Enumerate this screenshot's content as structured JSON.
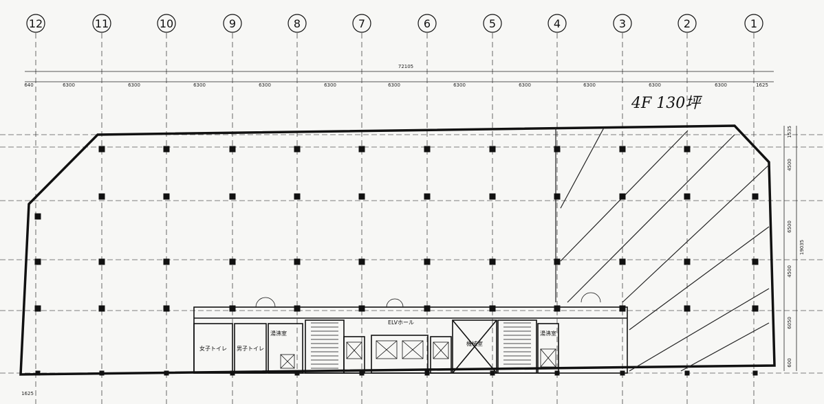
{
  "grid": {
    "axis_labels": [
      "12",
      "11",
      "10",
      "9",
      "8",
      "7",
      "6",
      "5",
      "4",
      "3",
      "2",
      "1"
    ]
  },
  "dimensions": {
    "overall": "72105",
    "spans": [
      "640",
      "6300",
      "6300",
      "6300",
      "6300",
      "6300",
      "6300",
      "6300",
      "6300",
      "6300",
      "6300",
      "6300",
      "1625"
    ],
    "right_side": [
      "1535",
      "4500",
      "6500",
      "19035",
      "4500",
      "6050",
      "600"
    ],
    "bottom_left": "1625"
  },
  "annotation": {
    "floor_note": "4F 130坪"
  },
  "rooms": {
    "elv_hall": "ELVホール",
    "women_toilet": "女子トイレ",
    "men_toilet": "男子トイレ",
    "storage_left": "湯沸室",
    "storage_right": "湯沸室",
    "shaft": "機械室"
  },
  "colors": {
    "line": "#1a1a1a",
    "paper": "#f7f7f5",
    "hatch": "#222222"
  }
}
